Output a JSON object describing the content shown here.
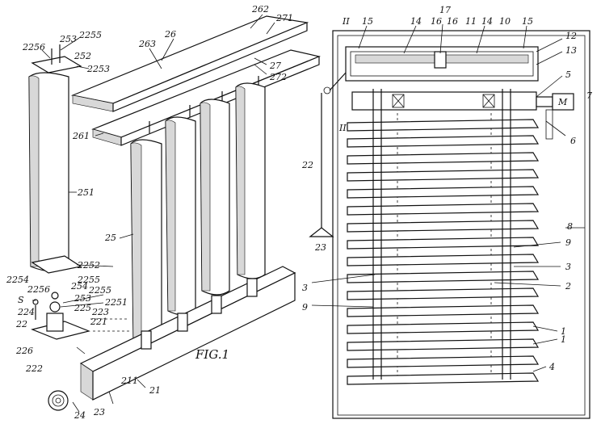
{
  "figure": {
    "caption": "FIG.1"
  },
  "labels_left": [
    {
      "text": "26"
    },
    {
      "text": "262"
    },
    {
      "text": "271"
    },
    {
      "text": "263"
    },
    {
      "text": "27"
    },
    {
      "text": "272"
    },
    {
      "text": "253"
    },
    {
      "text": "2255"
    },
    {
      "text": "2256"
    },
    {
      "text": "252"
    },
    {
      "text": "2253"
    },
    {
      "text": "261"
    },
    {
      "text": "251"
    },
    {
      "text": "25"
    },
    {
      "text": "2252"
    },
    {
      "text": "2254"
    },
    {
      "text": "2255"
    },
    {
      "text": "2256"
    },
    {
      "text": "254"
    },
    {
      "text": "2255"
    },
    {
      "text": "253"
    },
    {
      "text": "2251"
    },
    {
      "text": "225"
    },
    {
      "text": "S"
    },
    {
      "text": "224"
    },
    {
      "text": "223"
    },
    {
      "text": "22"
    },
    {
      "text": "221"
    },
    {
      "text": "226"
    },
    {
      "text": "222"
    },
    {
      "text": "211"
    },
    {
      "text": "21"
    },
    {
      "text": "23"
    },
    {
      "text": "24"
    }
  ],
  "labels_right": [
    {
      "text": "II"
    },
    {
      "text": "15"
    },
    {
      "text": "14"
    },
    {
      "text": "17"
    },
    {
      "text": "16"
    },
    {
      "text": "16"
    },
    {
      "text": "11"
    },
    {
      "text": "14"
    },
    {
      "text": "10"
    },
    {
      "text": "15"
    },
    {
      "text": "12"
    },
    {
      "text": "13"
    },
    {
      "text": "5"
    },
    {
      "text": "M"
    },
    {
      "text": "7"
    },
    {
      "text": "II"
    },
    {
      "text": "6"
    },
    {
      "text": "22"
    },
    {
      "text": "8"
    },
    {
      "text": "23"
    },
    {
      "text": "9"
    },
    {
      "text": "3"
    },
    {
      "text": "3"
    },
    {
      "text": "2"
    },
    {
      "text": "9"
    },
    {
      "text": "1"
    },
    {
      "text": "1"
    },
    {
      "text": "4"
    }
  ]
}
